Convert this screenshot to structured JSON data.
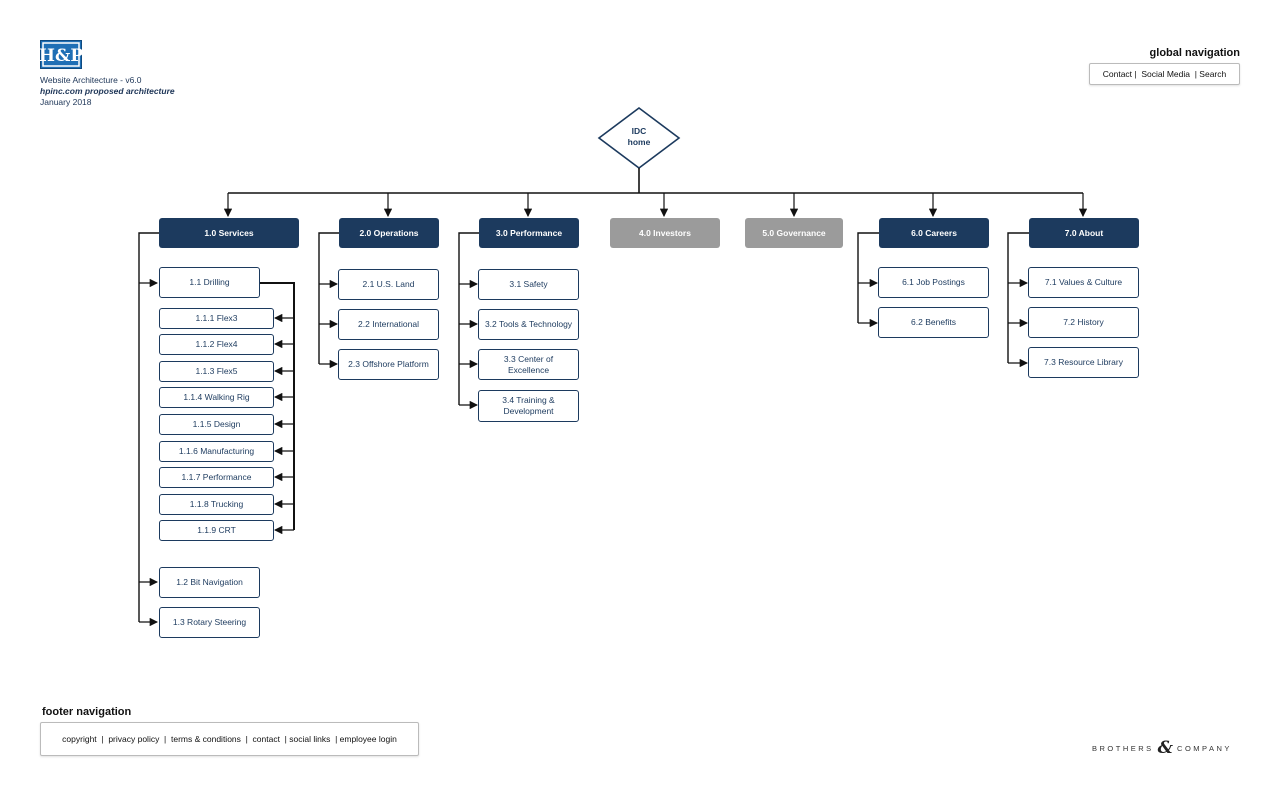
{
  "header": {
    "version": "Website Architecture - v6.0",
    "subtitle": "hpinc.com proposed architecture",
    "date": "January 2018"
  },
  "global_nav": {
    "title": "global navigation",
    "links": "Contact |  Social Media  | Search"
  },
  "home": {
    "line1": "IDC",
    "line2": "home"
  },
  "sections": [
    {
      "label": "1.0 Services",
      "muted": false
    },
    {
      "label": "2.0 Operations",
      "muted": false
    },
    {
      "label": "3.0 Performance",
      "muted": false
    },
    {
      "label": "4.0 Investors",
      "muted": true
    },
    {
      "label": "5.0 Governance",
      "muted": true
    },
    {
      "label": "6.0 Careers",
      "muted": false
    },
    {
      "label": "7.0 About",
      "muted": false
    }
  ],
  "services": {
    "drilling": "1.1 Drilling",
    "drilling_children": [
      "1.1.1 Flex3",
      "1.1.2 Flex4",
      "1.1.3 Flex5",
      "1.1.4 Walking Rig",
      "1.1.5 Design",
      "1.1.6 Manufacturing",
      "1.1.7 Performance",
      "1.1.8 Trucking",
      "1.1.9 CRT"
    ],
    "bit_navigation": "1.2 Bit Navigation",
    "rotary_steering": "1.3 Rotary Steering"
  },
  "operations": [
    "2.1 U.S. Land",
    "2.2 International",
    "2.3 Offshore Platform"
  ],
  "performance": [
    "3.1 Safety",
    "3.2 Tools & Technology",
    "3.3 Center of Excellence",
    "3.4 Training & Development"
  ],
  "careers": [
    "6.1 Job Postings",
    "6.2 Benefits"
  ],
  "about": [
    "7.1 Values & Culture",
    "7.2 History",
    "7.3 Resource Library"
  ],
  "footer_nav": {
    "title": "footer navigation",
    "links": "copyright  |  privacy policy  |  terms & conditions  |  contact  | social links  | employee login"
  },
  "brand": {
    "left": "BROTHERS",
    "amp": "&",
    "right": "COMPANY"
  },
  "colors": {
    "navy": "#1c3a5e",
    "muted": "#9b9b9b"
  }
}
